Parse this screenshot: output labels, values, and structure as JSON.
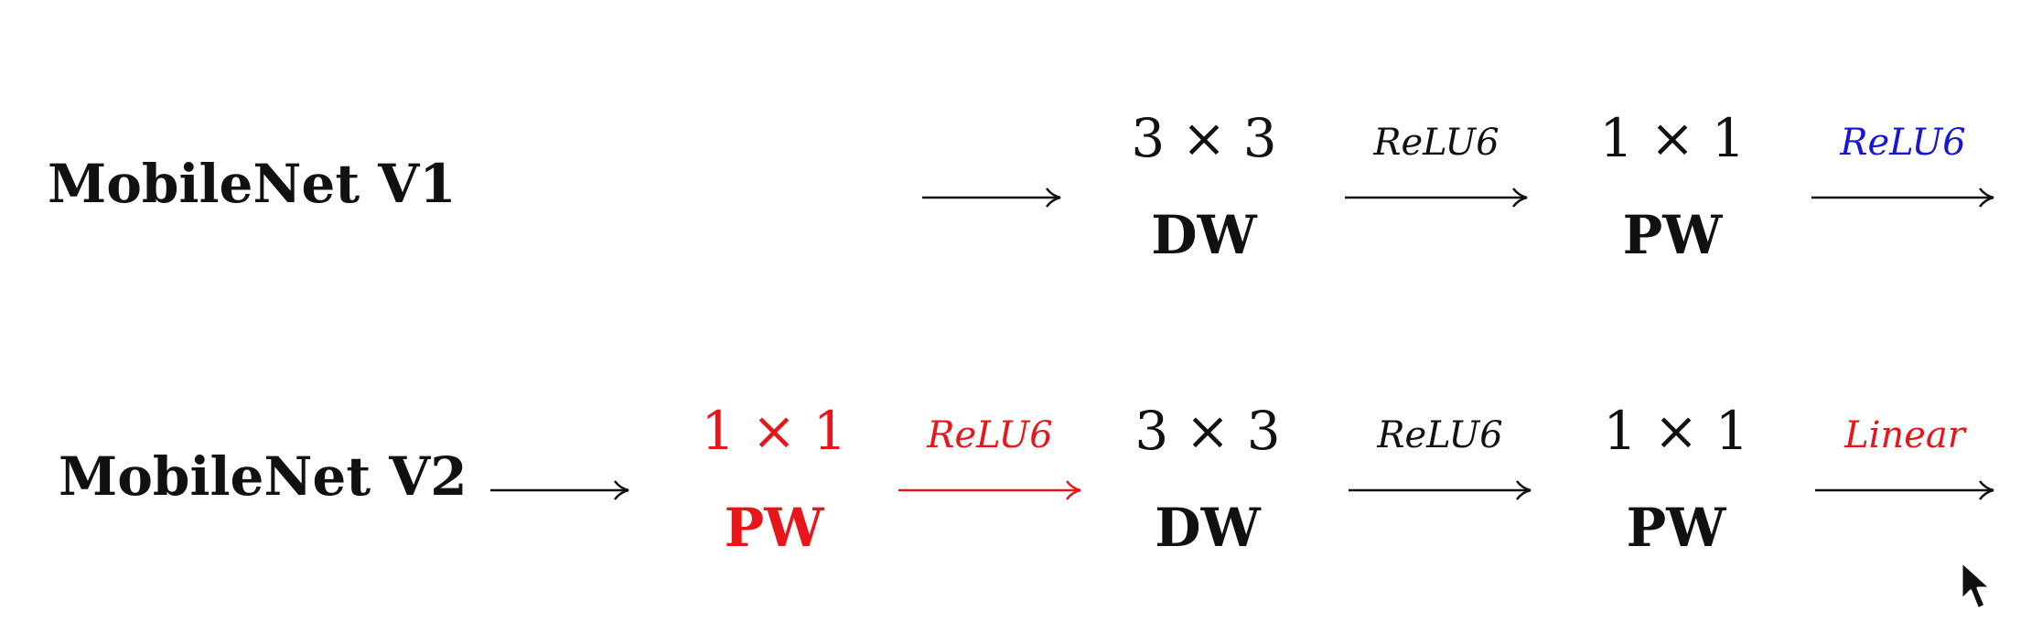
{
  "colors": {
    "text": "#111111",
    "highlight_red": "#e8161b",
    "highlight_blue": "#1616d8"
  },
  "rows": [
    {
      "label": "MobileNet V1",
      "input_arrow": {
        "activation": ""
      },
      "blocks": [
        {
          "size": "3 × 3",
          "type": "DW",
          "color": "#111111"
        },
        {
          "size": "1 × 1",
          "type": "PW",
          "color": "#111111"
        }
      ],
      "activations": [
        {
          "label": "ReLU6",
          "color": "#111111"
        },
        {
          "label": "ReLU6",
          "color": "#1616d8"
        }
      ]
    },
    {
      "label": "MobileNet V2",
      "input_arrow": {
        "activation": ""
      },
      "blocks": [
        {
          "size": "1 × 1",
          "type": "PW",
          "color": "#e8161b"
        },
        {
          "size": "3 × 3",
          "type": "DW",
          "color": "#111111"
        },
        {
          "size": "1 × 1",
          "type": "PW",
          "color": "#111111"
        }
      ],
      "activations": [
        {
          "label": "ReLU6",
          "color": "#e8161b"
        },
        {
          "label": "ReLU6",
          "color": "#111111"
        },
        {
          "label": "Linear",
          "color": "#e8161b"
        }
      ]
    }
  ],
  "cursor_icon": "mouse-pointer-icon"
}
